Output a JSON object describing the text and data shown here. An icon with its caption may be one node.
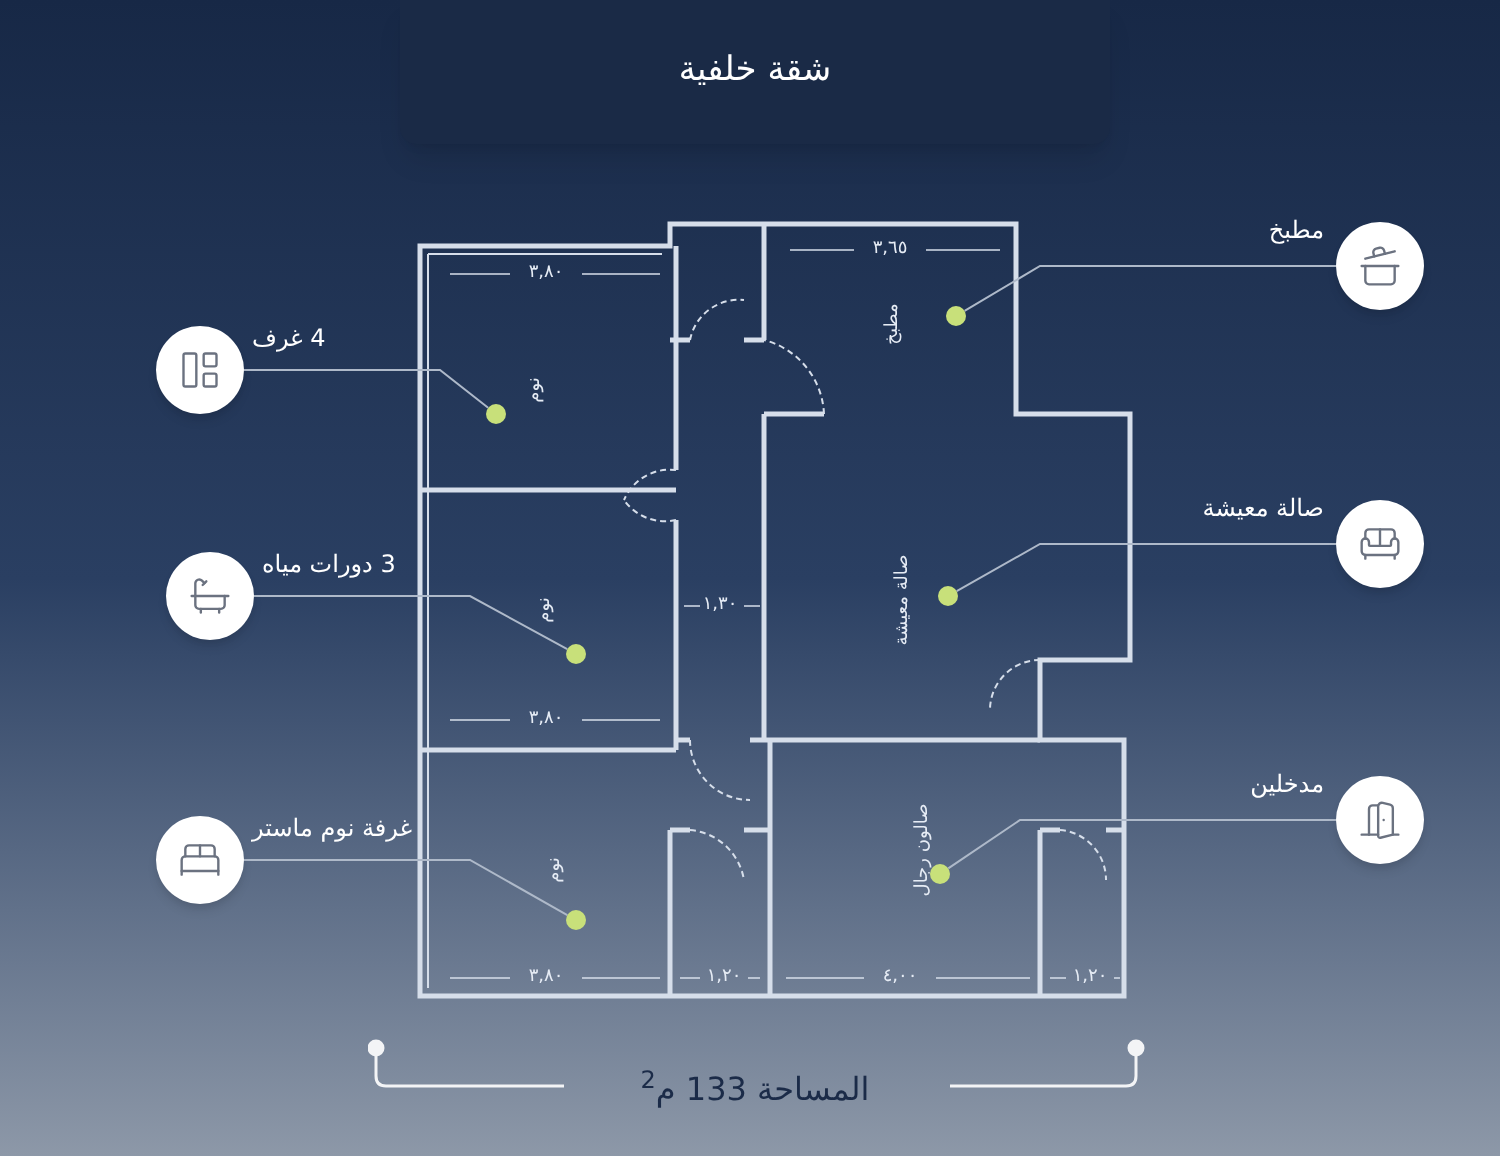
{
  "diagram": {
    "title": "شقة خلفية",
    "caption": "المساحة 133 م$^{2}$",
    "nodes": [
      {
        "text": [],
        "shape": "circle",
        "beside": [
          "4 غرف"
        ]
      },
      {
        "text": [],
        "shape": "circle",
        "beside": [
          "3 دورات مياه"
        ]
      },
      {
        "text": [],
        "shape": "circle",
        "beside": [
          "غرفة نوم ماستر"
        ]
      },
      {
        "text": [],
        "shape": "circle",
        "beside": [
          "مطبخ"
        ]
      },
      {
        "text": [],
        "shape": "circle",
        "beside": [
          "صالة معيشة"
        ]
      },
      {
        "text": [],
        "shape": "circle",
        "beside": [
          "مدخلين"
        ]
      },
      {
        "text": [],
        "shape": "circle"
      },
      {
        "text": [],
        "shape": "circle"
      },
      {
        "text": [],
        "shape": "circle"
      },
      {
        "text": [],
        "shape": "circle"
      },
      {
        "text": [],
        "shape": "circle"
      },
      {
        "text": [],
        "shape": "circle"
      }
    ],
    "edges": [
      {
        "from": 0,
        "to": 6,
        "arrow": "none"
      },
      {
        "from": 1,
        "to": 7,
        "arrow": "none"
      },
      {
        "from": 2,
        "to": 8,
        "arrow": "none"
      },
      {
        "from": 3,
        "to": 9,
        "arrow": "none"
      },
      {
        "from": 4,
        "to": 10,
        "arrow": "none"
      },
      {
        "from": 5,
        "to": 11,
        "arrow": "none"
      }
    ],
    "labels": [
      "٣,٦٥",
      "٣,٨٠",
      "مطبخ",
      "نوم",
      "١,٣٠",
      "صالة معيشة",
      "نوم",
      "٣,٨٠",
      "صالون رجال",
      "نوم",
      "٣,٨٠",
      "١,٢٠",
      "٤,٠٠",
      "١,٢٠"
    ]
  }
}
